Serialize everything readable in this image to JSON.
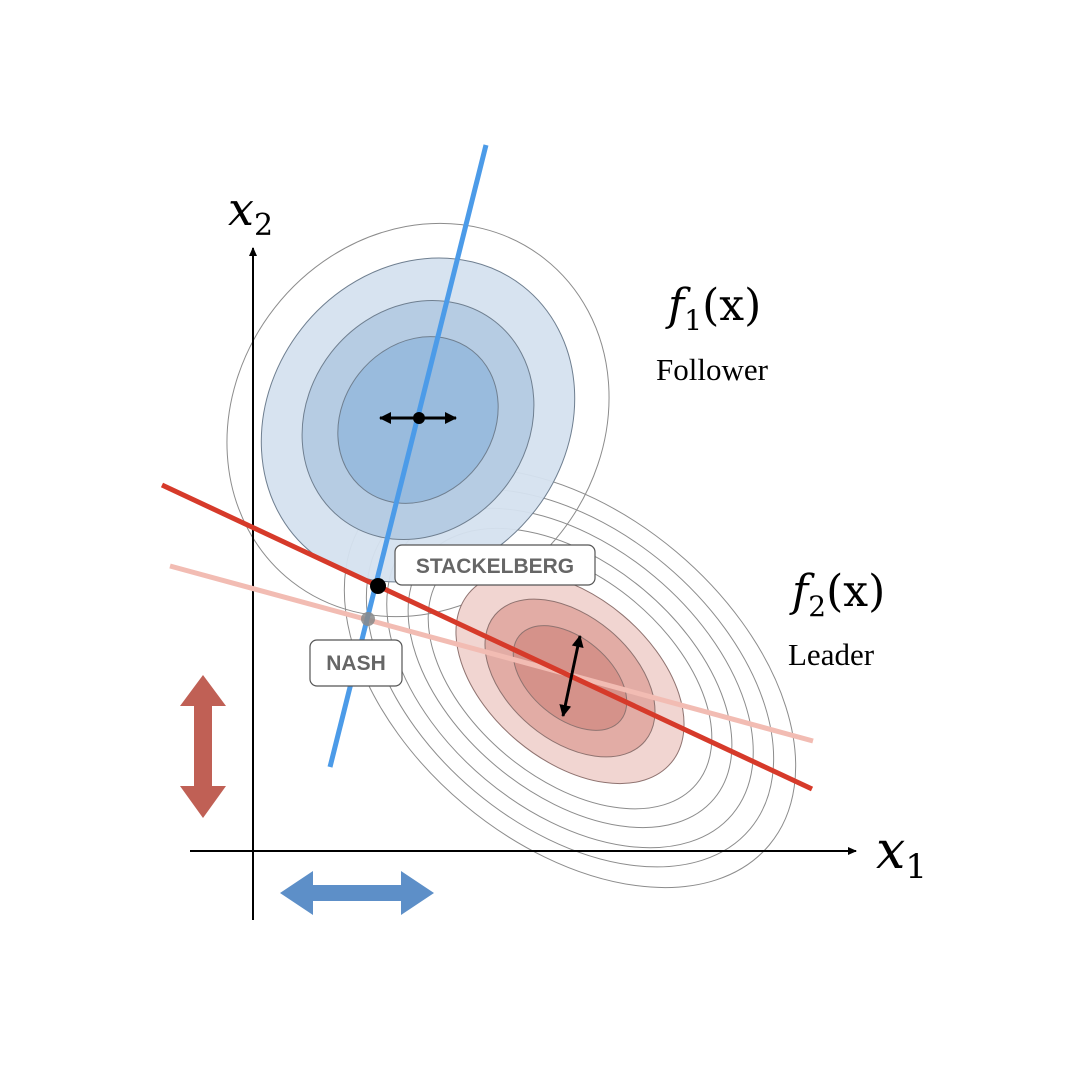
{
  "axes": {
    "x_label": {
      "var": "x",
      "sub": "1"
    },
    "y_label": {
      "var": "x",
      "sub": "2"
    }
  },
  "follower": {
    "function": {
      "name": "f",
      "sub": "1",
      "arg": "(x)"
    },
    "label": "Follower",
    "color": "#4c9be8",
    "fill_colors": [
      "#d5e1ef",
      "#b6cce3",
      "#99bbdd"
    ]
  },
  "leader": {
    "function": {
      "name": "f",
      "sub": "2",
      "arg": "(x)"
    },
    "label": "Leader",
    "color": "#d63a2a",
    "fill_colors": [
      "#f1d5d1",
      "#e2aca5",
      "#d5928a"
    ]
  },
  "labels": {
    "stackelberg": "STACKELBERG",
    "nash": "NASH"
  },
  "colors": {
    "axis": "#000000",
    "contour_stroke": "#8c8c8c",
    "leader_arrow": "#c06055",
    "follower_arrow": "#5d8fc8",
    "faint_line": "#f2bcb3"
  },
  "icons": {
    "leader_move": "double-arrow-vertical",
    "follower_move": "double-arrow-horizontal"
  }
}
